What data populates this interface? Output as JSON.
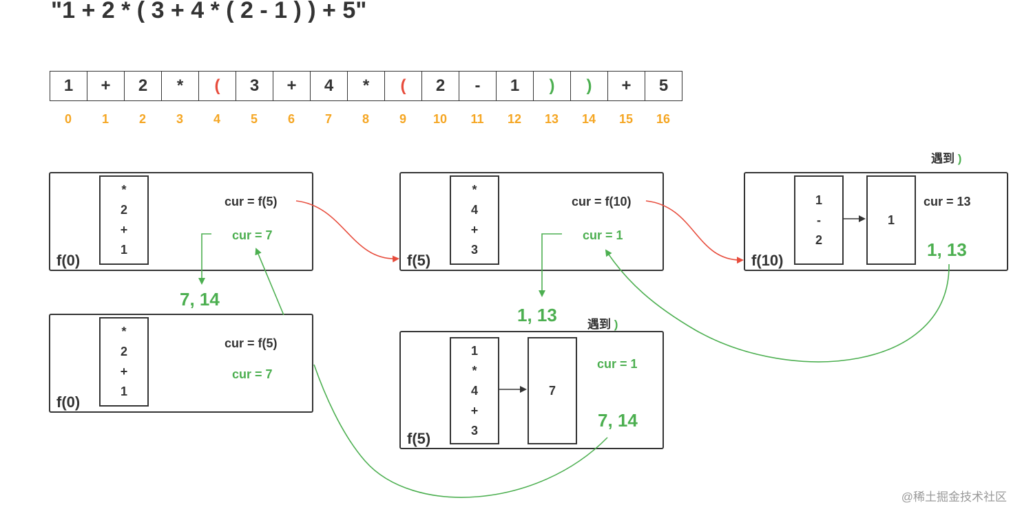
{
  "title": "\"1 + 2 * ( 3 + 4 * ( 2 - 1 ) ) + 5\"",
  "colors": {
    "index": "#f5a623",
    "paren_open": "#e74c3c",
    "paren_close": "#4caf50",
    "green": "#4caf50",
    "red_arrow": "#e74c3c",
    "ink": "#333333"
  },
  "tokens": [
    {
      "text": "1",
      "index": "0",
      "kind": "normal"
    },
    {
      "text": "+",
      "index": "1",
      "kind": "normal"
    },
    {
      "text": "2",
      "index": "2",
      "kind": "normal"
    },
    {
      "text": "*",
      "index": "3",
      "kind": "normal"
    },
    {
      "text": "(",
      "index": "4",
      "kind": "open"
    },
    {
      "text": "3",
      "index": "5",
      "kind": "normal"
    },
    {
      "text": "+",
      "index": "6",
      "kind": "normal"
    },
    {
      "text": "4",
      "index": "7",
      "kind": "normal"
    },
    {
      "text": "*",
      "index": "8",
      "kind": "normal"
    },
    {
      "text": "(",
      "index": "9",
      "kind": "open"
    },
    {
      "text": "2",
      "index": "10",
      "kind": "normal"
    },
    {
      "text": "-",
      "index": "11",
      "kind": "normal"
    },
    {
      "text": "1",
      "index": "12",
      "kind": "normal"
    },
    {
      "text": ")",
      "index": "13",
      "kind": "close"
    },
    {
      "text": ")",
      "index": "14",
      "kind": "close"
    },
    {
      "text": "+",
      "index": "15",
      "kind": "normal"
    },
    {
      "text": "5",
      "index": "16",
      "kind": "normal"
    }
  ],
  "frames": {
    "f0_top": {
      "name": "f(0)",
      "stack": [
        "*",
        "2",
        "+",
        "1"
      ],
      "cur_call": "cur = f(5)",
      "cur_result": "cur = 7"
    },
    "f0_bottom": {
      "name": "f(0)",
      "stack": [
        "*",
        "2",
        "+",
        "1"
      ],
      "cur_call": "cur = f(5)",
      "cur_result": "cur = 7"
    },
    "f5_top": {
      "name": "f(5)",
      "stack": [
        "*",
        "4",
        "+",
        "3"
      ],
      "cur_call": "cur = f(10)",
      "cur_result": "cur = 1"
    },
    "f5_bottom": {
      "name": "f(5)",
      "stack": [
        "1",
        "*",
        "4",
        "+",
        "3"
      ],
      "result_box": "7",
      "cur_result": "cur = 1",
      "return_pair": "7, 14",
      "encounter": "遇到",
      "encounter_paren": ")"
    },
    "f10": {
      "name": "f(10)",
      "stack": [
        "1",
        "-",
        "2"
      ],
      "result_box": "1",
      "cur": "cur = 13",
      "return_pair": "1, 13",
      "encounter": "遇到",
      "encounter_paren": ")"
    }
  },
  "returns": {
    "to_f0": "7, 14",
    "to_f5": "1, 13"
  },
  "watermark": "@稀土掘金技术社区"
}
